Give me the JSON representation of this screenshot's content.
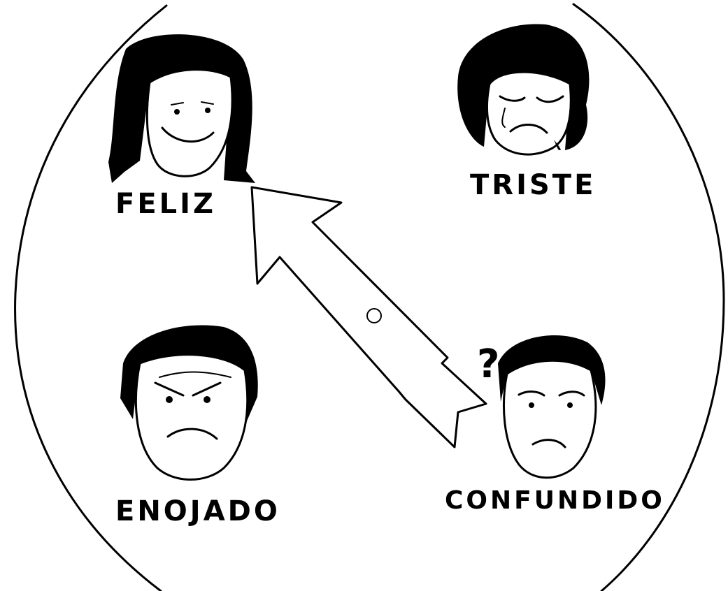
{
  "emotions": {
    "happy": {
      "label": "FELIZ"
    },
    "sad": {
      "label": "TRISTE"
    },
    "angry": {
      "label": "ENOJADO"
    },
    "confused": {
      "label": "CONFUNDIDO",
      "question_mark": "?"
    }
  },
  "pointer": {
    "from": "confused",
    "to": "happy"
  },
  "colors": {
    "ink": "#000000",
    "paper": "#ffffff"
  }
}
